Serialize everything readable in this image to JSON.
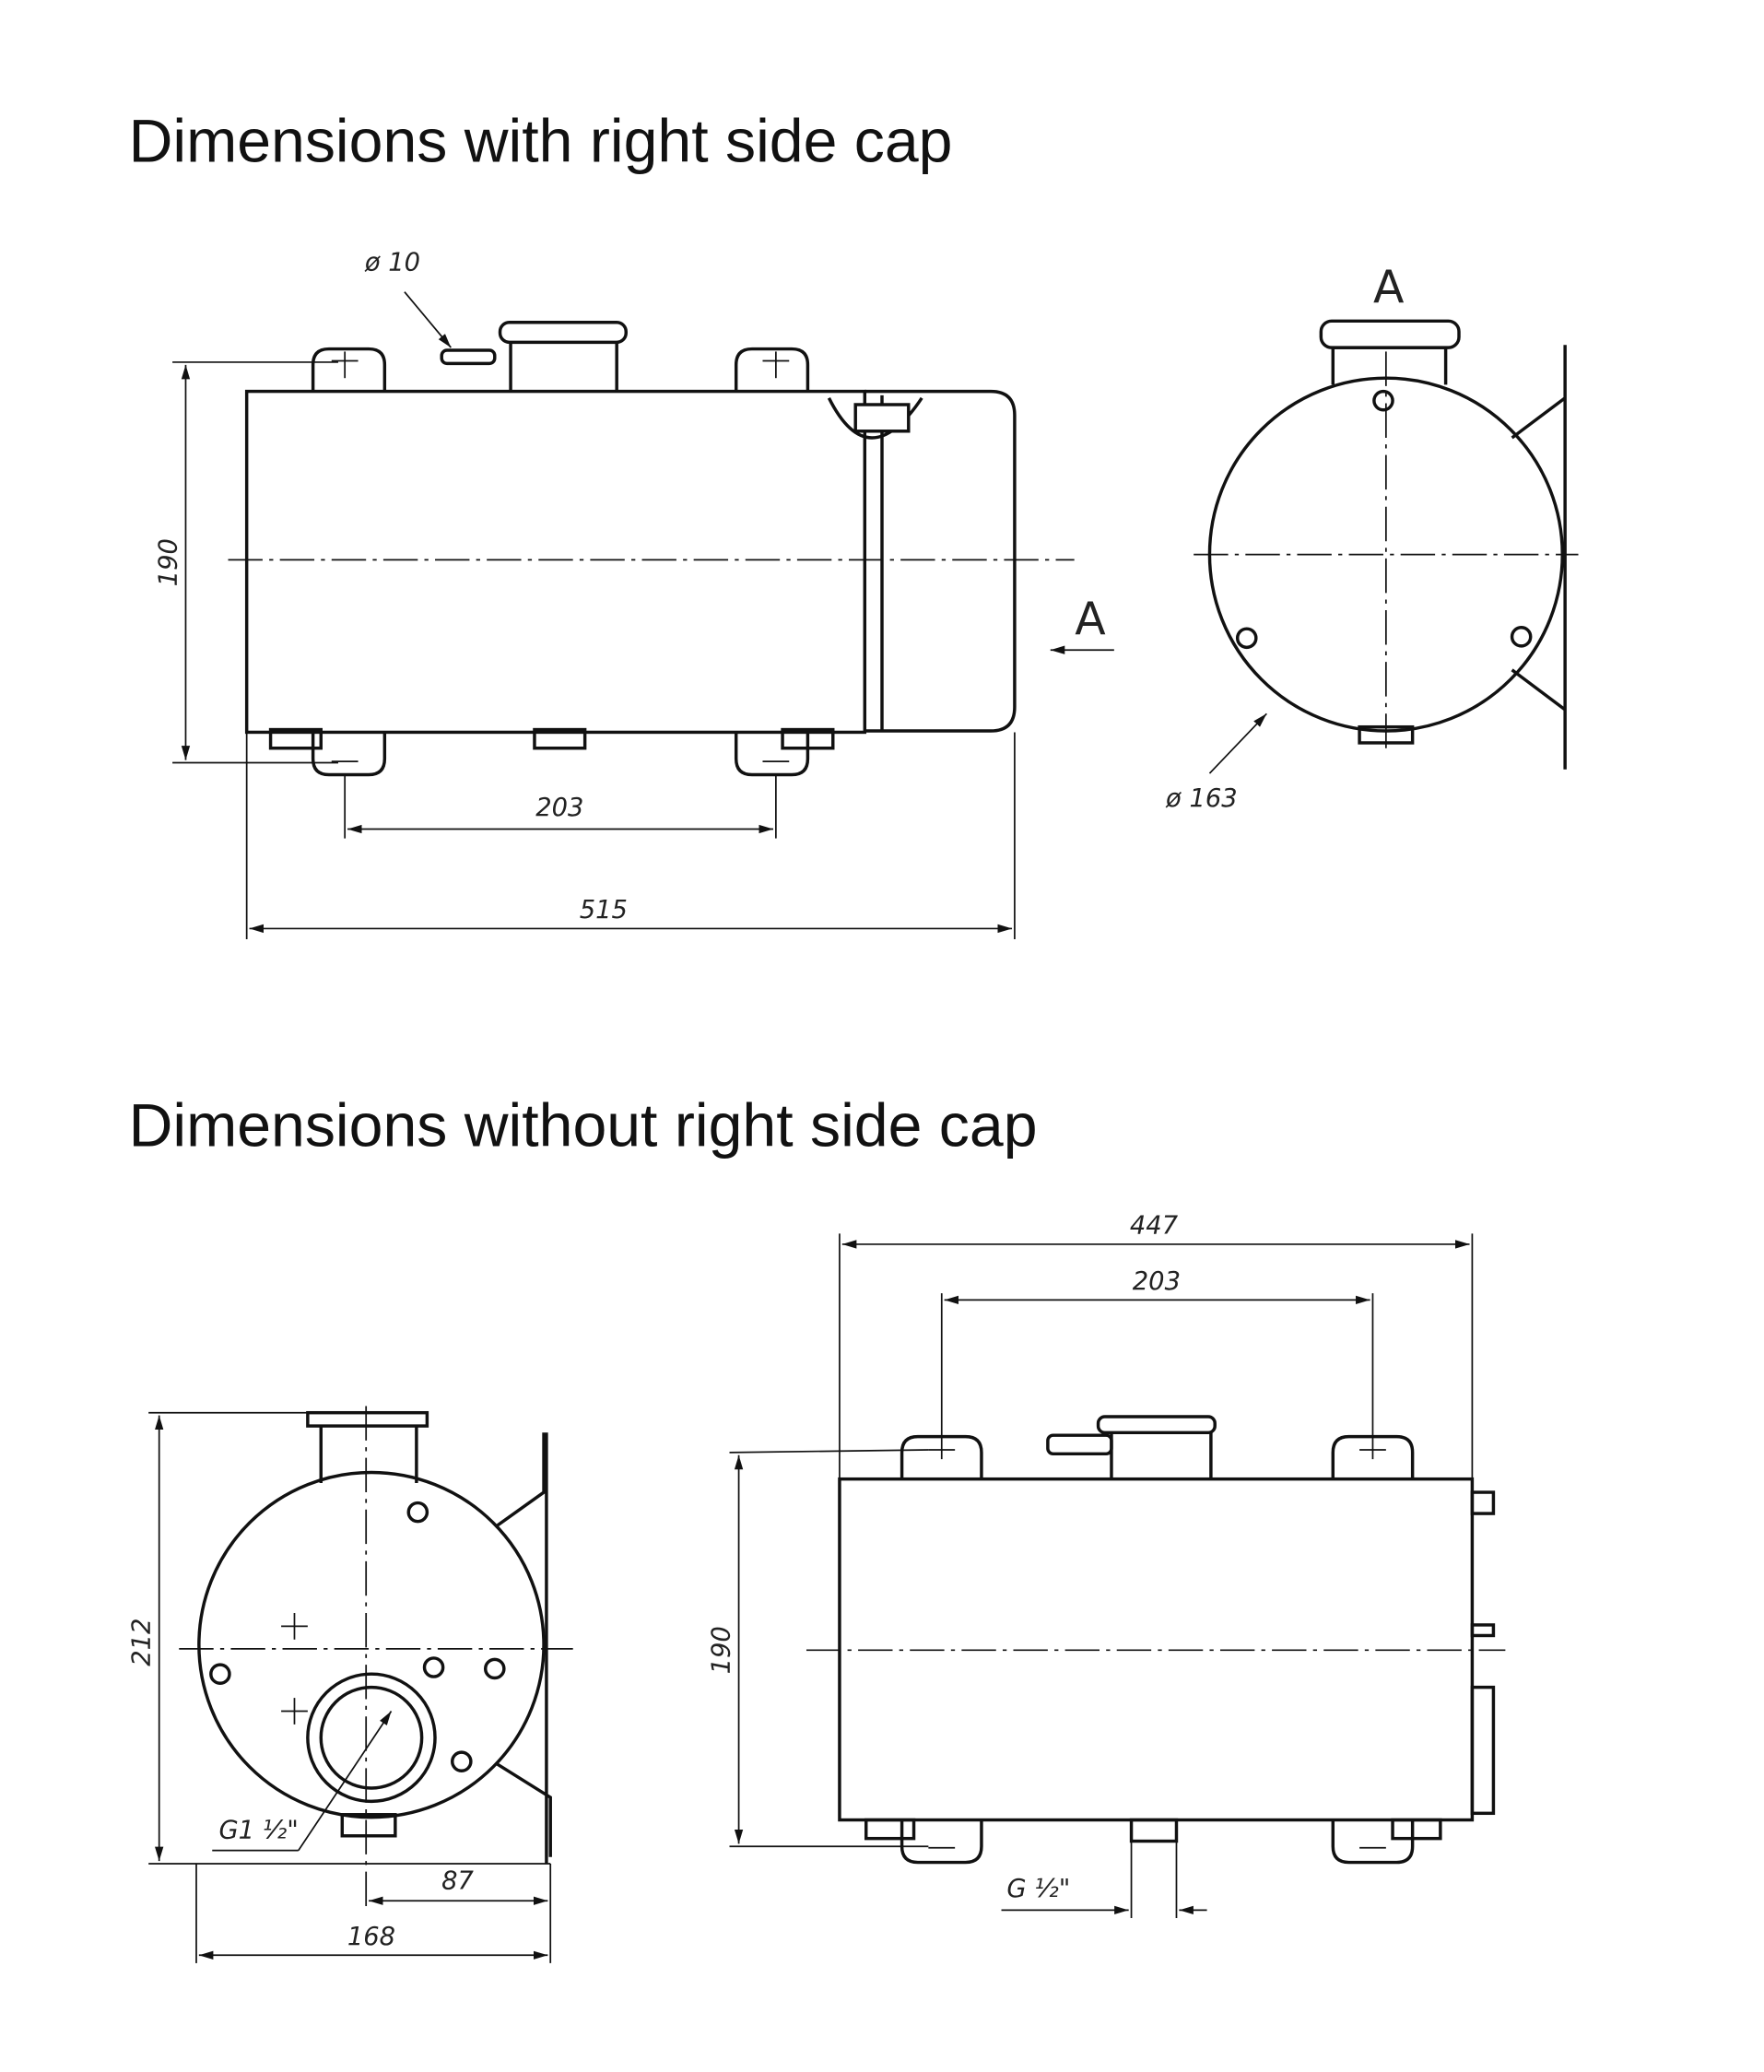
{
  "sections": [
    {
      "title": "Dimensions with right side cap"
    },
    {
      "title": "Dimensions without right side cap"
    }
  ],
  "top_side_view": {
    "dia_fitting": "ø 10",
    "height": "190",
    "lug_spacing": "203",
    "length": "515",
    "view_marker": "A"
  },
  "top_end_view": {
    "view_label": "A",
    "diameter": "ø 163"
  },
  "bottom_end_view": {
    "height": "212",
    "offset": "87",
    "width": "168",
    "thread": "G1 ½\""
  },
  "bottom_side_view": {
    "length": "447",
    "lug_spacing": "203",
    "height": "190",
    "thread": "G ½\""
  }
}
